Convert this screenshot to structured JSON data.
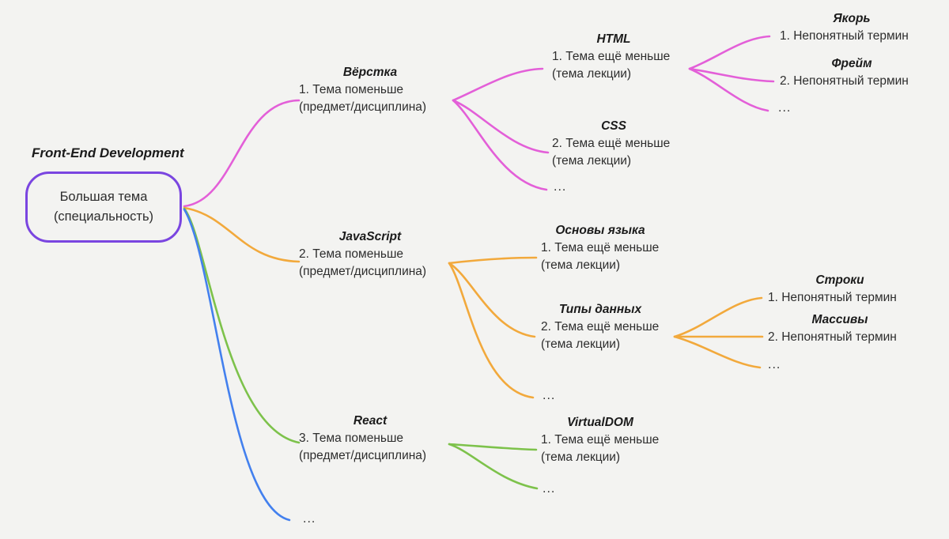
{
  "mindmap": {
    "colors": {
      "root_border": "#7a45e0",
      "verstka_branch": "#e35fd8",
      "javascript_branch": "#f2a93c",
      "react_branch": "#7dc24b",
      "more_branch": "#4380ee"
    },
    "root": {
      "title": "Front-End Development",
      "line1": "Большая тема",
      "line2": "(специальность)"
    },
    "branches": [
      {
        "title": "Вёрстка",
        "line1": "1. Тема поменьше",
        "line2": "(предмет/дисциплина)",
        "color": "#e35fd8",
        "children": [
          {
            "title": "HTML",
            "line1": "1. Тема ещё меньше",
            "line2": "(тема лекции)",
            "children": [
              {
                "title": "Якорь",
                "line1": "1. Непонятный термин"
              },
              {
                "title": "Фрейм",
                "line1": "2. Непонятный термин"
              },
              {
                "more": "..."
              }
            ]
          },
          {
            "title": "CSS",
            "line1": "2. Тема ещё меньше",
            "line2": "(тема лекции)"
          },
          {
            "more": "..."
          }
        ]
      },
      {
        "title": "JavaScript",
        "line1": "2. Тема поменьше",
        "line2": "(предмет/дисциплина)",
        "color": "#f2a93c",
        "children": [
          {
            "title": "Основы языка",
            "line1": "1. Тема ещё меньше",
            "line2": "(тема лекции)"
          },
          {
            "title": "Типы данных",
            "line1": "2. Тема ещё меньше",
            "line2": "(тема лекции)",
            "children": [
              {
                "title": "Строки",
                "line1": "1. Непонятный термин"
              },
              {
                "title": "Массивы",
                "line1": "2. Непонятный термин"
              },
              {
                "more": "..."
              }
            ]
          },
          {
            "more": "..."
          }
        ]
      },
      {
        "title": "React",
        "line1": "3. Тема поменьше",
        "line2": "(предмет/дисциплина)",
        "color": "#7dc24b",
        "children": [
          {
            "title": "VirtualDOM",
            "line1": "1. Тема ещё меньше",
            "line2": "(тема лекции)"
          },
          {
            "more": "..."
          }
        ]
      },
      {
        "more": "...",
        "color": "#4380ee"
      }
    ]
  }
}
